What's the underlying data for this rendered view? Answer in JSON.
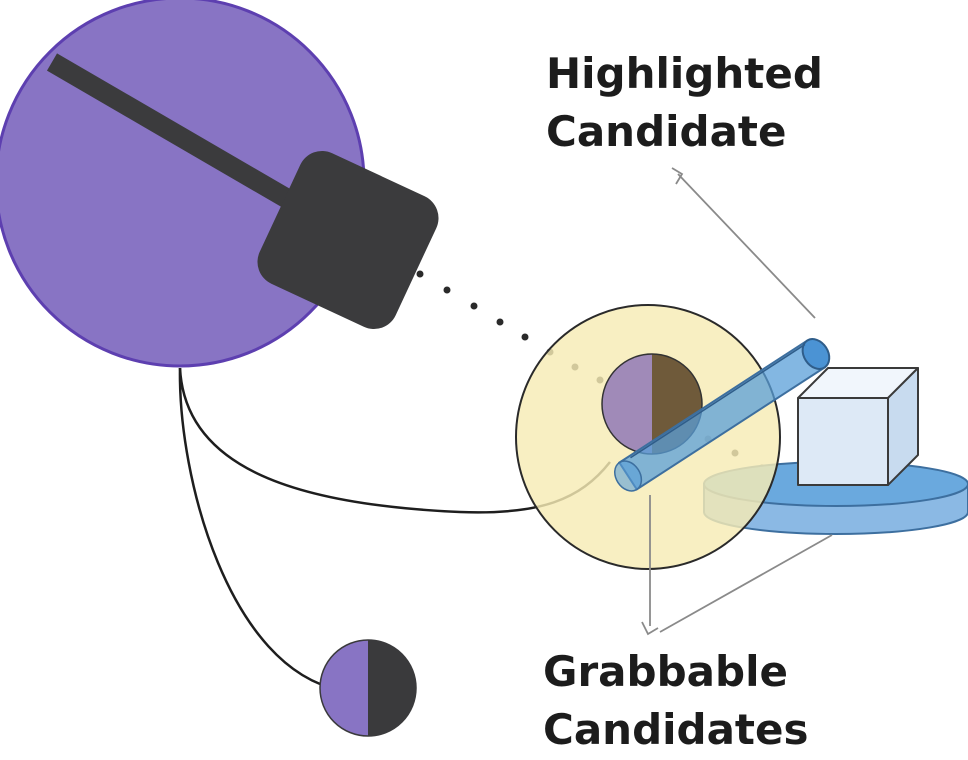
{
  "labels": {
    "highlighted": [
      "Highlighted",
      "Candidate"
    ],
    "grabbable": [
      "Grabbable",
      "Candidates"
    ]
  },
  "colors": {
    "controller_purple": "#8874c4",
    "controller_outline": "#5d3fb0",
    "controller_dark": "#3b3b3d",
    "selection_sphere": "#f6ecb4",
    "candidate_blue": "#5a9fd8",
    "cube_face": "#dde9f6",
    "hand_dark": "#3a3a3c"
  },
  "icons": {
    "controller": "vr-controller-icon",
    "hand": "hand-anchor-icon",
    "sphere": "selection-sphere-icon"
  }
}
